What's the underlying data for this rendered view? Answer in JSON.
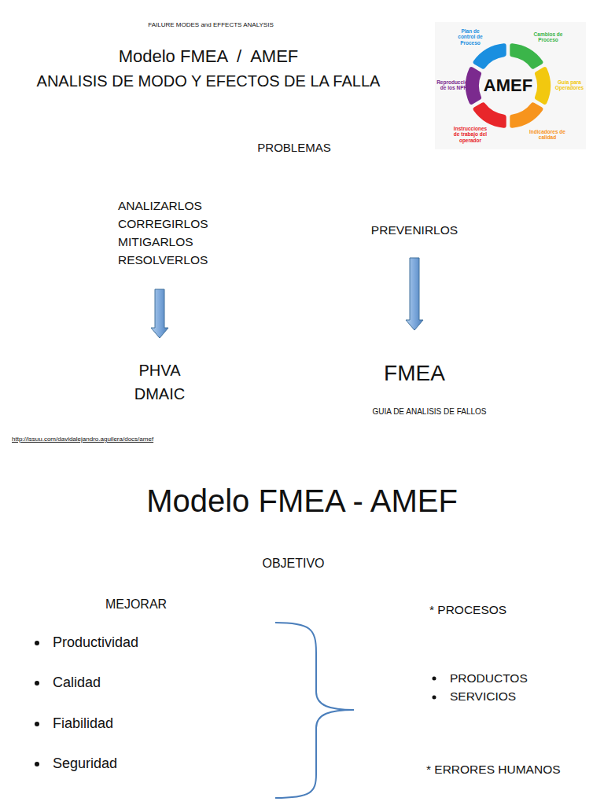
{
  "diagram": {
    "title": "Modelo FMEA  /  AMEF",
    "nodes": [
      {
        "text": [
          "AMEF"
        ]
      },
      {
        "text": [
          "ANALIZARLOS CORREGIRLOS MITIGARLOS RESOLVERLOS"
        ]
      },
      {
        "text": [
          "PHVA DMAIC"
        ]
      },
      {
        "text": [
          "PREVENIRLOS"
        ]
      },
      {
        "text": [
          "FMEA"
        ]
      }
    ],
    "edges": [
      {
        "from": 1,
        "to": 2,
        "arrow": "to"
      },
      {
        "from": 3,
        "to": 4,
        "arrow": "to"
      }
    ],
    "labels": [
      "FAILURE MODES and EFFECTS ANALYSIS",
      "ANALISIS DE MODO Y EFECTOS DE LA FALLA",
      "PROBLEMAS",
      "GUIA DE ANALISIS DE FALLOS",
      "http://issuu.com/davidalejandro.aguilera/docs/amef",
      "Modelo FMEA - AMEF",
      "OBJETIVO",
      "MEJORAR",
      "Productividad",
      "Calidad",
      "Fiabilidad",
      "Seguridad",
      "* PROCESOS",
      "PRODUCTOS",
      "SERVICIOS",
      "* ERRORES HUMANOS",
      "Plan de control de Proceso",
      "Cambios de Proceso",
      "Guía para Operadores",
      "Indicadores de calidad",
      "Instrucciones de trabajo del operador",
      "Reproducción de los NPR"
    ]
  }
}
